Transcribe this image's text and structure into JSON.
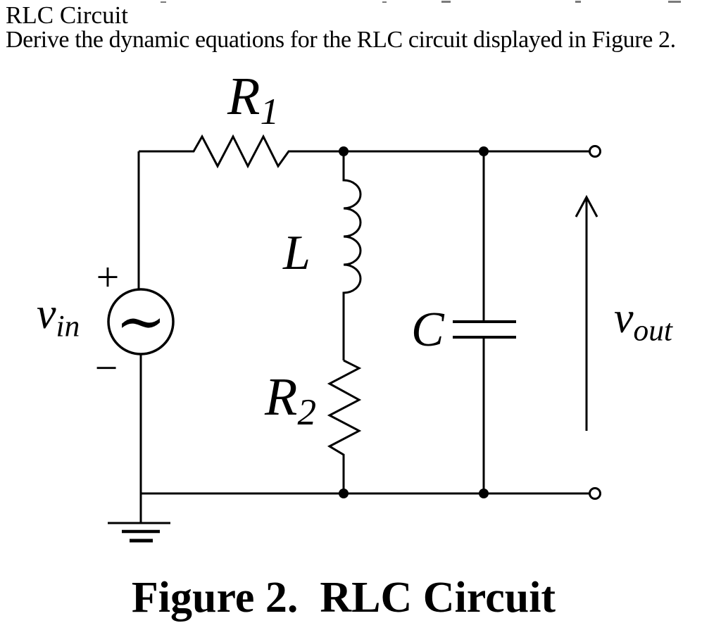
{
  "header": {
    "title": "RLC Circuit",
    "instruction": "Derive the dynamic equations for the RLC circuit displayed in Figure 2."
  },
  "figure": {
    "caption": "Figure 2.  RLC Circuit",
    "labels": {
      "r1": {
        "main": "R",
        "sub": "1"
      },
      "r2": {
        "main": "R",
        "sub": "2"
      },
      "inductor": "L",
      "capacitor": "C",
      "vin": {
        "main": "v",
        "sub": "in"
      },
      "vout": {
        "main": "v",
        "sub": "out"
      },
      "source_plus": "+",
      "source_minus": "−",
      "source_wave": "∼"
    },
    "components": {
      "source": "AC voltage source v_in with + top / − bottom, grounded",
      "r1": "series resistor R1 in top wire",
      "l_r2": "inductor L in series with resistor R2, middle branch",
      "c": "capacitor C, right branch",
      "vout": "output voltage v_out across open terminals, arrow pointing up"
    },
    "colors": {
      "ink": "#000000",
      "background": "#ffffff"
    }
  }
}
